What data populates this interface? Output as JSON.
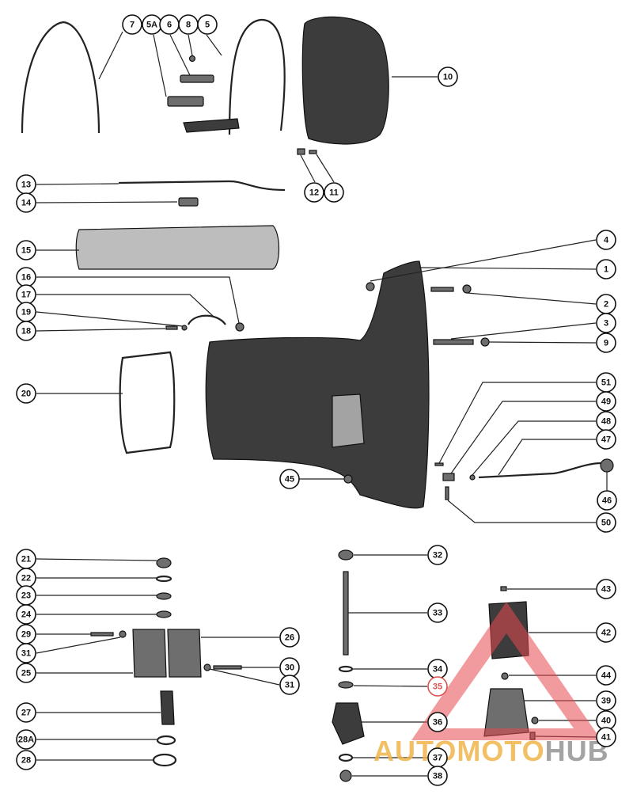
{
  "callouts": {
    "c7": "7",
    "c5A": "5A",
    "c6": "6",
    "c8": "8",
    "c5": "5",
    "c10": "10",
    "c13": "13",
    "c14": "14",
    "c12": "12",
    "c11": "11",
    "c15": "15",
    "c16": "16",
    "c17": "17",
    "c19": "19",
    "c18": "18",
    "c20": "20",
    "c4": "4",
    "c1": "1",
    "c2": "2",
    "c3": "3",
    "c9": "9",
    "c51": "51",
    "c49": "49",
    "c48": "48",
    "c47": "47",
    "c46": "46",
    "c50": "50",
    "c45": "45",
    "c21": "21",
    "c22": "22",
    "c23": "23",
    "c24": "24",
    "c29": "29",
    "c31a": "31",
    "c25": "25",
    "c26": "26",
    "c30": "30",
    "c31b": "31",
    "c27": "27",
    "c28A": "28A",
    "c28": "28",
    "c32": "32",
    "c33": "33",
    "c34": "34",
    "c35": "35",
    "c36": "36",
    "c37": "37",
    "c38": "38",
    "c43": "43",
    "c42": "42",
    "c44": "44",
    "c39": "39",
    "c40": "40",
    "c41": "41"
  },
  "watermark": {
    "part1": "AUTOMOTO",
    "part2": "HUB"
  },
  "colors": {
    "callout_red": "#d9534f",
    "watermark_orange": "#f0b44a",
    "watermark_gray": "#9a9a9a",
    "watermark_triangle": "#e8484f"
  }
}
